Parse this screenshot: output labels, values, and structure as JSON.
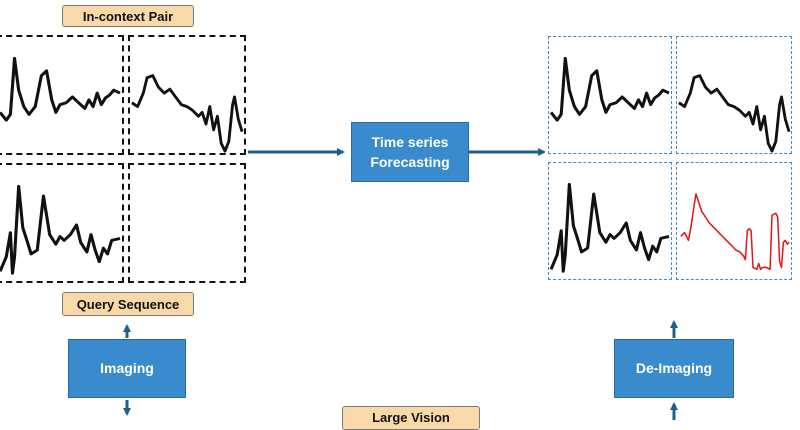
{
  "labels": {
    "in_context_pair": "In-context Pair",
    "query_sequence": "Query Sequence",
    "bottom_center": "Large Vision"
  },
  "boxes": {
    "forecasting": [
      "Time series",
      "Forecasting"
    ],
    "imaging": "Imaging",
    "de_imaging": "De-Imaging"
  },
  "colors": {
    "box_fill": "#3a8bcd",
    "tag_fill": "#f9d9a8",
    "arrow": "#1f5f8b",
    "prediction_line": "#e01818"
  }
}
